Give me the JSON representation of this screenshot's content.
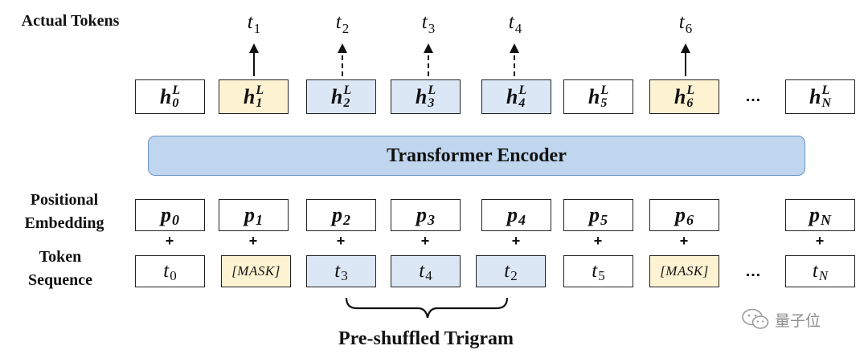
{
  "labels": {
    "actual_tokens": "Actual Tokens",
    "positional_line1": "Positional",
    "positional_line2": "Embedding",
    "token_line1": "Token",
    "token_line2": "Sequence"
  },
  "encoder": {
    "label": "Transformer Encoder"
  },
  "outputs": [
    {
      "base": "t",
      "sub": "1",
      "style": "solid"
    },
    {
      "base": "t",
      "sub": "2",
      "style": "dashed"
    },
    {
      "base": "t",
      "sub": "3",
      "style": "dashed"
    },
    {
      "base": "t",
      "sub": "4",
      "style": "dashed"
    },
    {
      "base": "t",
      "sub": "6",
      "style": "solid"
    }
  ],
  "hidden": {
    "base": "h",
    "sup": "L",
    "subs": [
      "0",
      "1",
      "2",
      "3",
      "4",
      "5",
      "6",
      "",
      "N"
    ],
    "colors": [
      "white",
      "yellow",
      "blue",
      "blue",
      "blue",
      "white",
      "yellow",
      "none",
      "white"
    ]
  },
  "positional": {
    "base": "p",
    "subs": [
      "0",
      "1",
      "2",
      "3",
      "4",
      "5",
      "6",
      "N"
    ]
  },
  "plus": "+",
  "tokens": [
    {
      "base": "t",
      "sub": "0",
      "color": "white"
    },
    {
      "mask": "[MASK]",
      "color": "yellow"
    },
    {
      "base": "t",
      "sub": "3",
      "color": "blue"
    },
    {
      "base": "t",
      "sub": "4",
      "color": "blue"
    },
    {
      "base": "t",
      "sub": "2",
      "color": "blue"
    },
    {
      "base": "t",
      "sub": "5",
      "color": "white"
    },
    {
      "mask": "[MASK]",
      "color": "yellow"
    },
    {
      "ellipsis": "…"
    },
    {
      "base": "t",
      "sub": "N",
      "color": "white",
      "sub_italic": true
    }
  ],
  "ellipsis": "…",
  "brace": {
    "label": "Pre-shuffled Trigram"
  },
  "watermark": {
    "text": "量子位",
    "icon": "wechat-icon"
  },
  "colors": {
    "yellow_fill": "#fdf2d2",
    "blue_fill": "#dbe7f4",
    "encoder_fill": "#bfd6ee",
    "encoder_border": "#6a94c3"
  }
}
